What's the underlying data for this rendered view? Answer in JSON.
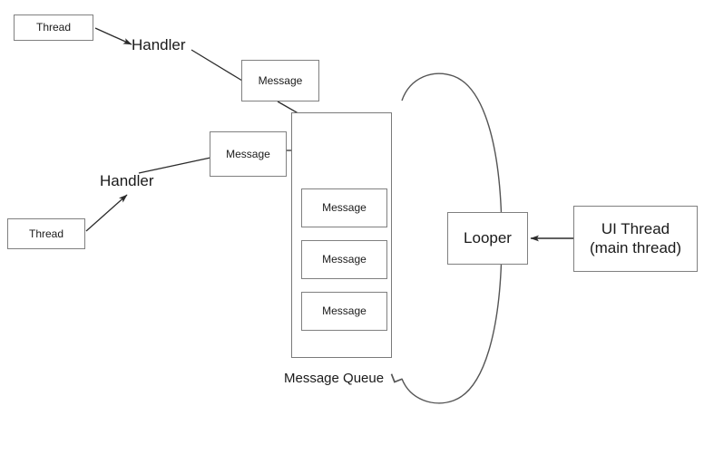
{
  "diagram": {
    "title": "Android Handler / Looper / MessageQueue threading diagram",
    "colors": {
      "box_border": "#808080",
      "queue_border": "#7a7a7a",
      "edge": "#2b2b2b",
      "loop_stroke": "#555555",
      "text": "#1a1a1a",
      "background": "#ffffff"
    },
    "nodes": {
      "thread_top": {
        "label": "Thread"
      },
      "thread_bottom": {
        "label": "Thread"
      },
      "handler_top": {
        "label": "Handler"
      },
      "handler_bottom": {
        "label": "Handler"
      },
      "message_top": {
        "label": "Message"
      },
      "message_mid": {
        "label": "Message"
      },
      "queue": {
        "caption": "Message Queue",
        "items": [
          {
            "label": "Message"
          },
          {
            "label": "Message"
          },
          {
            "label": "Message"
          }
        ]
      },
      "looper": {
        "label": "Looper"
      },
      "ui_thread": {
        "line1": "UI Thread",
        "line2": "(main thread)"
      }
    },
    "edges": [
      {
        "name": "thread-top-to-handler-top",
        "arrow": "filled"
      },
      {
        "name": "handler-top-to-message-top",
        "arrow": "none"
      },
      {
        "name": "message-top-to-queue",
        "arrow": "filled"
      },
      {
        "name": "handler-bottom-to-message-mid",
        "arrow": "none"
      },
      {
        "name": "message-mid-to-queue",
        "arrow": "filled"
      },
      {
        "name": "thread-bottom-to-handler-bottom",
        "arrow": "filled"
      },
      {
        "name": "ui-thread-to-looper",
        "arrow": "filled"
      },
      {
        "name": "looper-loop-cycle",
        "arrow": "open"
      }
    ]
  }
}
